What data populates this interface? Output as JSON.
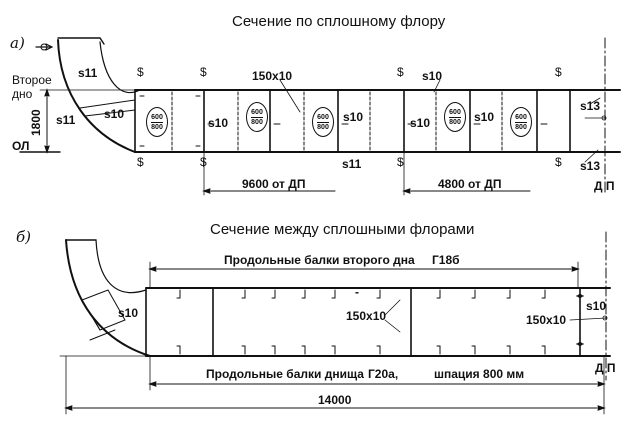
{
  "section_a": {
    "marker": "а)",
    "title": "Сечение по сплошному флору",
    "inner_bottom_label_1": "Второе",
    "inner_bottom_label_2": "дно",
    "baseline": "ОЛ",
    "height_dim": "1800",
    "dim_9600": "9600 от ДП",
    "dim_4800": "4800 от ДП",
    "centerline": "Д П",
    "stiffener_size": "150х10",
    "lightening_hole_top": "600",
    "lightening_hole_bottom": "800",
    "plate_labels": {
      "s11_top": "s11",
      "s11_side": "s11",
      "s10_bilge": "s10",
      "s10_floor_1": "s10",
      "s10_floor_2": "s10",
      "s10_floor_3": "s10",
      "s10_floor_4": "s10",
      "s10_top_right": "s10",
      "s11_bottom": "s11",
      "s13_top": "s13",
      "s13_bottom": "s13"
    },
    "weld_symbol": "$"
  },
  "section_b": {
    "marker": "б)",
    "title": "Сечение между сплошными флорами",
    "upper_beams": "Продольные балки второго дна",
    "upper_profile": "Г18б",
    "lower_beams": "Продольные балки днища",
    "lower_profile": "Г20а,",
    "spacing": "шпация 800 мм",
    "width_dim": "14000",
    "centerline": "Д П",
    "bracket_size_1": "150х10",
    "bracket_size_2": "150х10",
    "plate_s10_left": "s10",
    "plate_s10_right": "s10",
    "center_mark": "-"
  }
}
